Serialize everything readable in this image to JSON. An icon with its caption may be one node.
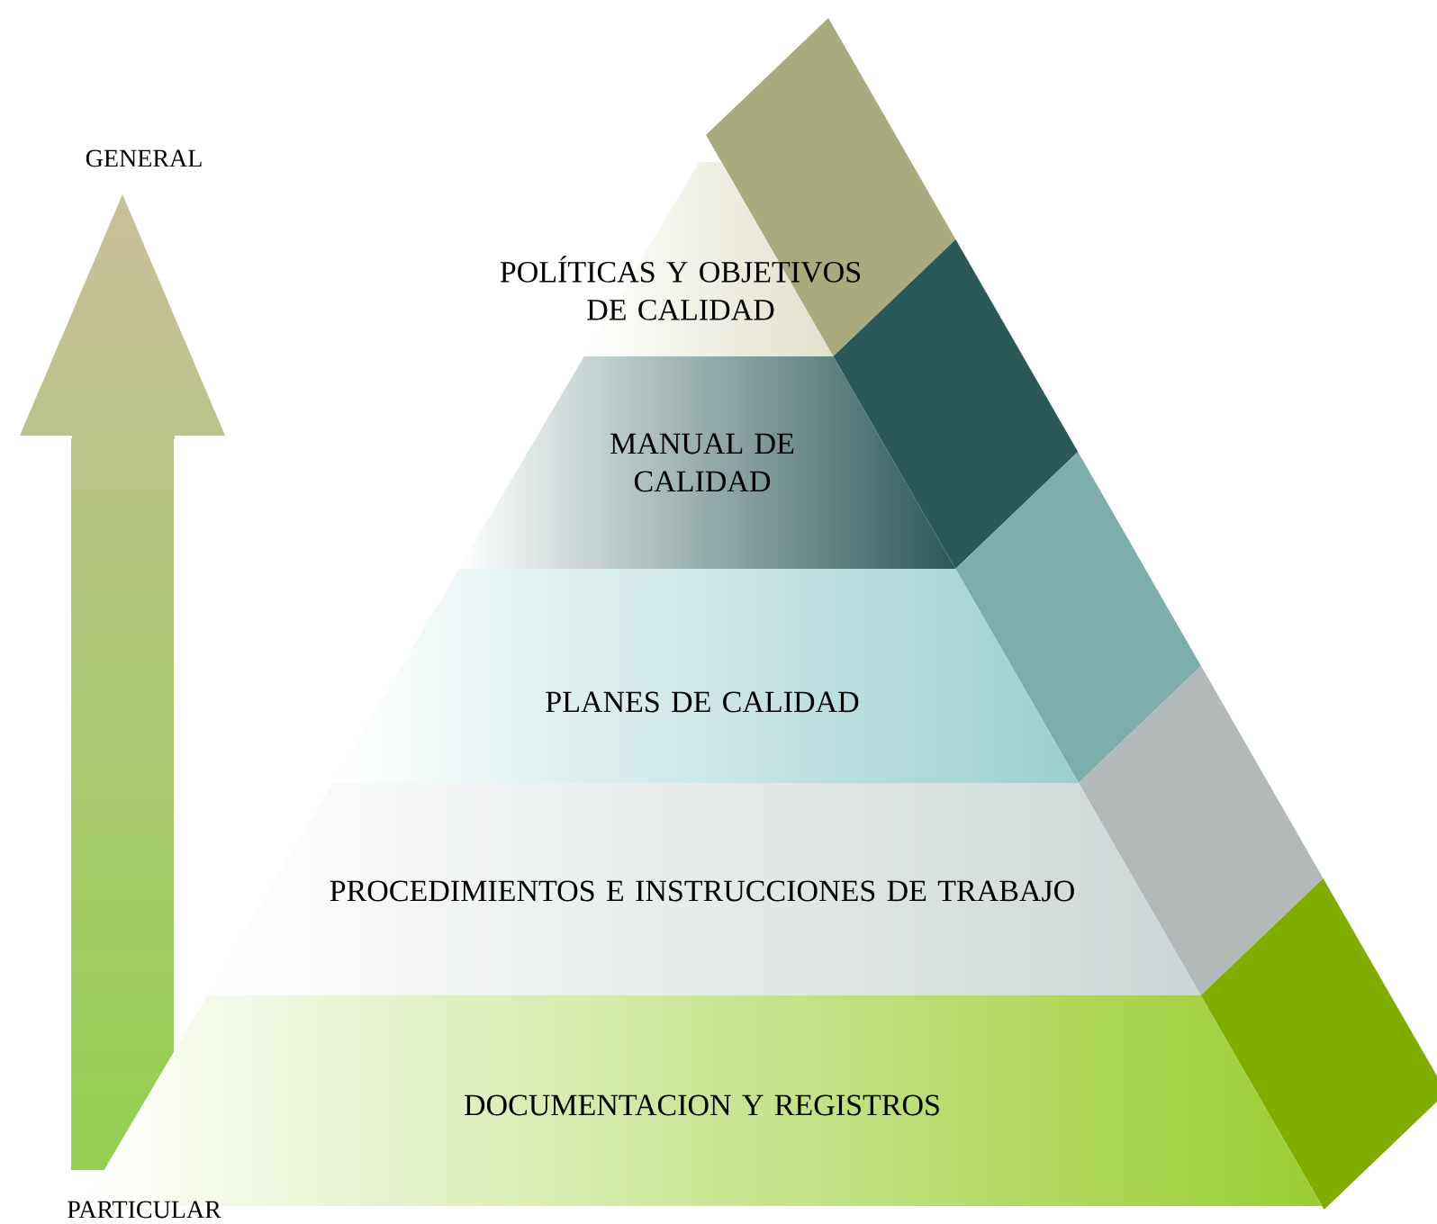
{
  "diagram": {
    "nodes": [
      {
        "text": [
          "POLÍTICAS Y OBJETIVOS DE CALIDAD"
        ]
      },
      {
        "text": [
          "MANUAL DE CALIDAD"
        ]
      },
      {
        "text": [
          "PLANES DE CALIDAD"
        ]
      },
      {
        "text": [
          "PROCEDIMIENTOS E INSTRUCCIONES DE TRABAJO"
        ]
      },
      {
        "text": [
          "DOCUMENTACION Y REGISTROS"
        ]
      }
    ],
    "labels": [
      "GENERAL",
      "PARTICULAR"
    ]
  }
}
